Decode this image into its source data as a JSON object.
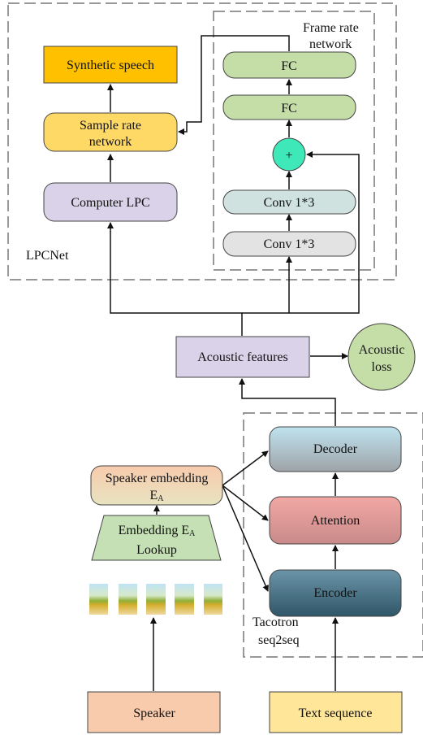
{
  "lpcnet": {
    "group_label": "LPCNet",
    "synthetic_speech": "Synthetic speech",
    "sample_rate_network": [
      "Sample rate",
      "network"
    ],
    "compute_lpc": "Computer LPC"
  },
  "frame_rate_network": {
    "group_label": [
      "Frame rate",
      "network"
    ],
    "fc_top": "FC",
    "fc_bottom": "FC",
    "add_symbol": "+",
    "conv_top": "Conv 1*3",
    "conv_bottom": "Conv 1*3"
  },
  "acoustic_features": "Acoustic features",
  "acoustic_loss": [
    "Acoustic",
    "loss"
  ],
  "tacotron": {
    "group_label": [
      "Tacotron",
      "seq2seq"
    ],
    "decoder": "Decoder",
    "attention": "Attention",
    "encoder": "Encoder"
  },
  "speaker_embedding": [
    "Speaker embedding",
    "E",
    "A"
  ],
  "embedding_lookup": [
    "Embedding E",
    "A",
    "Lookup"
  ],
  "speaker": "Speaker",
  "text_sequence": "Text sequence",
  "colors": {
    "synthetic_speech": "#FFC000",
    "sample_rate": "#FFD966",
    "compute_lpc": "#D9D2E9",
    "fc": "#C5DEA8",
    "add_node": "#3EE8B8",
    "conv_top": "#CFE2DF",
    "conv_bottom": "#E3E3E3",
    "acoustic_features": "#D9D2E9",
    "acoustic_loss": "#C5DEA8",
    "speaker_embedding": "#F8CBAD",
    "embedding_lookup": "#C5E0B4",
    "speaker": "#F8CBAD",
    "text_sequence": "#FFE699"
  },
  "icons": [
    "speaker-frame-icon",
    "speaker-frame-icon",
    "speaker-frame-icon",
    "speaker-frame-icon",
    "speaker-frame-icon"
  ]
}
